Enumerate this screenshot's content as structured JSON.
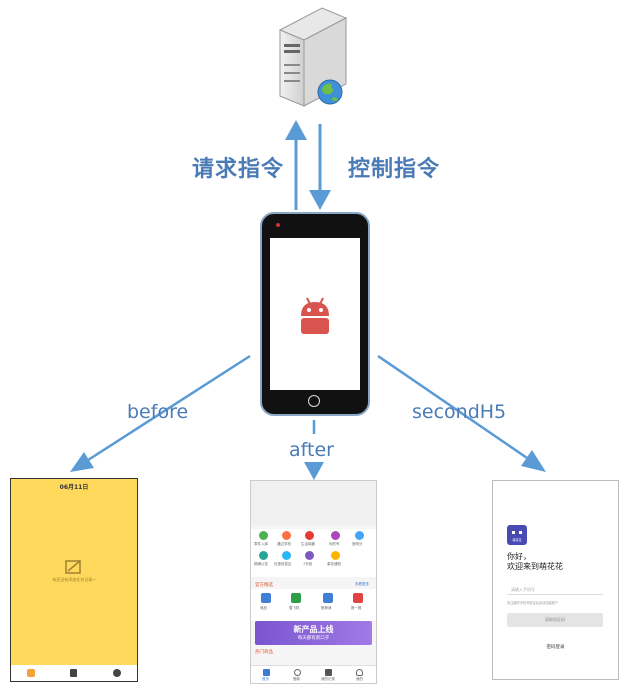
{
  "labels": {
    "request": "请求指令",
    "control": "控制指令",
    "before": "before",
    "after": "after",
    "secondh5": "secondH5"
  },
  "before_screen": {
    "date": "06月11日",
    "empty_text": "有还没有添加任何记录~",
    "tabbar": [
      "",
      "",
      ""
    ]
  },
  "after_screen": {
    "icon_labels": [
      "零件入库",
      "通过学校",
      "生活锦囊",
      "你的号",
      "官网分",
      "期满公告",
      "优惠信息区",
      "7天前",
      "事务通知"
    ],
    "section_title": "官方精选",
    "section_more": "查看更多",
    "cards": [
      "竞品",
      "雪飞机",
      "推荐我",
      "推一推"
    ],
    "banner_title": "新产品上线",
    "banner_subtitle": "每天都有新口子",
    "hot_title": "热门商品",
    "tabs": [
      "首页",
      "借款",
      "我的记录",
      "我的"
    ]
  },
  "secondh5_screen": {
    "logo_text": "萌花花",
    "greeting_line1": "你好，",
    "greeting_line2": "欢迎来到萌花花",
    "phone_placeholder": "请输入手机号",
    "hint": "未注册的手机号验证后自动创建账户",
    "code_button": "获取验证码",
    "password_login": "密码登录"
  },
  "colors": {
    "arrow": "#5b9bd5",
    "label": "#4a7bb7",
    "android": "#d9534f",
    "before_bg": "#ffd95c",
    "banner": "#8a64d6"
  }
}
